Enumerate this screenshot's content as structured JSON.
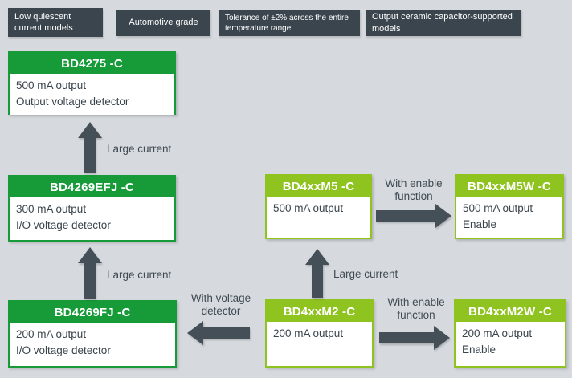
{
  "colors": {
    "background": "#d6dade",
    "tag_background": "#3b454e",
    "dark_green": "#169b38",
    "lime_green": "#8fc31f",
    "arrow": "#454f57",
    "body_text": "#3a444c",
    "header_text": "#ffffff"
  },
  "tags": [
    {
      "label": "Low quiescent current models"
    },
    {
      "label": "Automotive grade"
    },
    {
      "label": "Tolerance of ±2% across the entire temperature range"
    },
    {
      "label": "Output ceramic capacitor-supported models"
    }
  ],
  "products": [
    {
      "name": "BD4275 -C",
      "lines": [
        "500 mA output",
        "Output voltage detector"
      ]
    },
    {
      "name": "BD4269EFJ -C",
      "lines": [
        "300 mA output",
        "I/O voltage detector"
      ]
    },
    {
      "name": "BD4269FJ -C",
      "lines": [
        "200 mA output",
        "I/O voltage detector"
      ]
    },
    {
      "name": "BD4xxM5 -C",
      "lines": [
        "500 mA output"
      ]
    },
    {
      "name": "BD4xxM5W -C",
      "lines": [
        "500 mA output",
        "Enable"
      ]
    },
    {
      "name": "BD4xxM2 -C",
      "lines": [
        "200 mA output"
      ]
    },
    {
      "name": "BD4xxM2W -C",
      "lines": [
        "200 mA output",
        "Enable"
      ]
    }
  ],
  "arrow_labels": {
    "large_current_1": "Large current",
    "large_current_2": "Large current",
    "large_current_3": "Large current",
    "with_enable_top": "With enable function",
    "with_enable_bottom": "With enable function",
    "with_voltage_detector": "With voltage detector"
  }
}
